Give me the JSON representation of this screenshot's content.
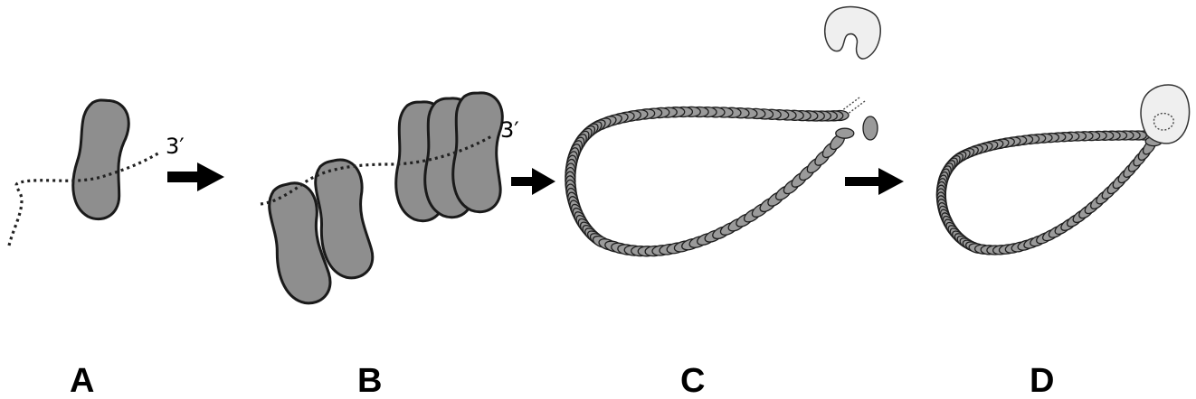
{
  "panels": [
    {
      "label": "A"
    },
    {
      "label": "B"
    },
    {
      "label": "C"
    },
    {
      "label": "D"
    }
  ],
  "end_labels": {
    "a": "3′",
    "b": "3′"
  },
  "colors": {
    "protein_fill": "#8e8e8e",
    "outline": "#1a1a1a",
    "pale_protein": "#efefef",
    "background": "#ffffff"
  }
}
